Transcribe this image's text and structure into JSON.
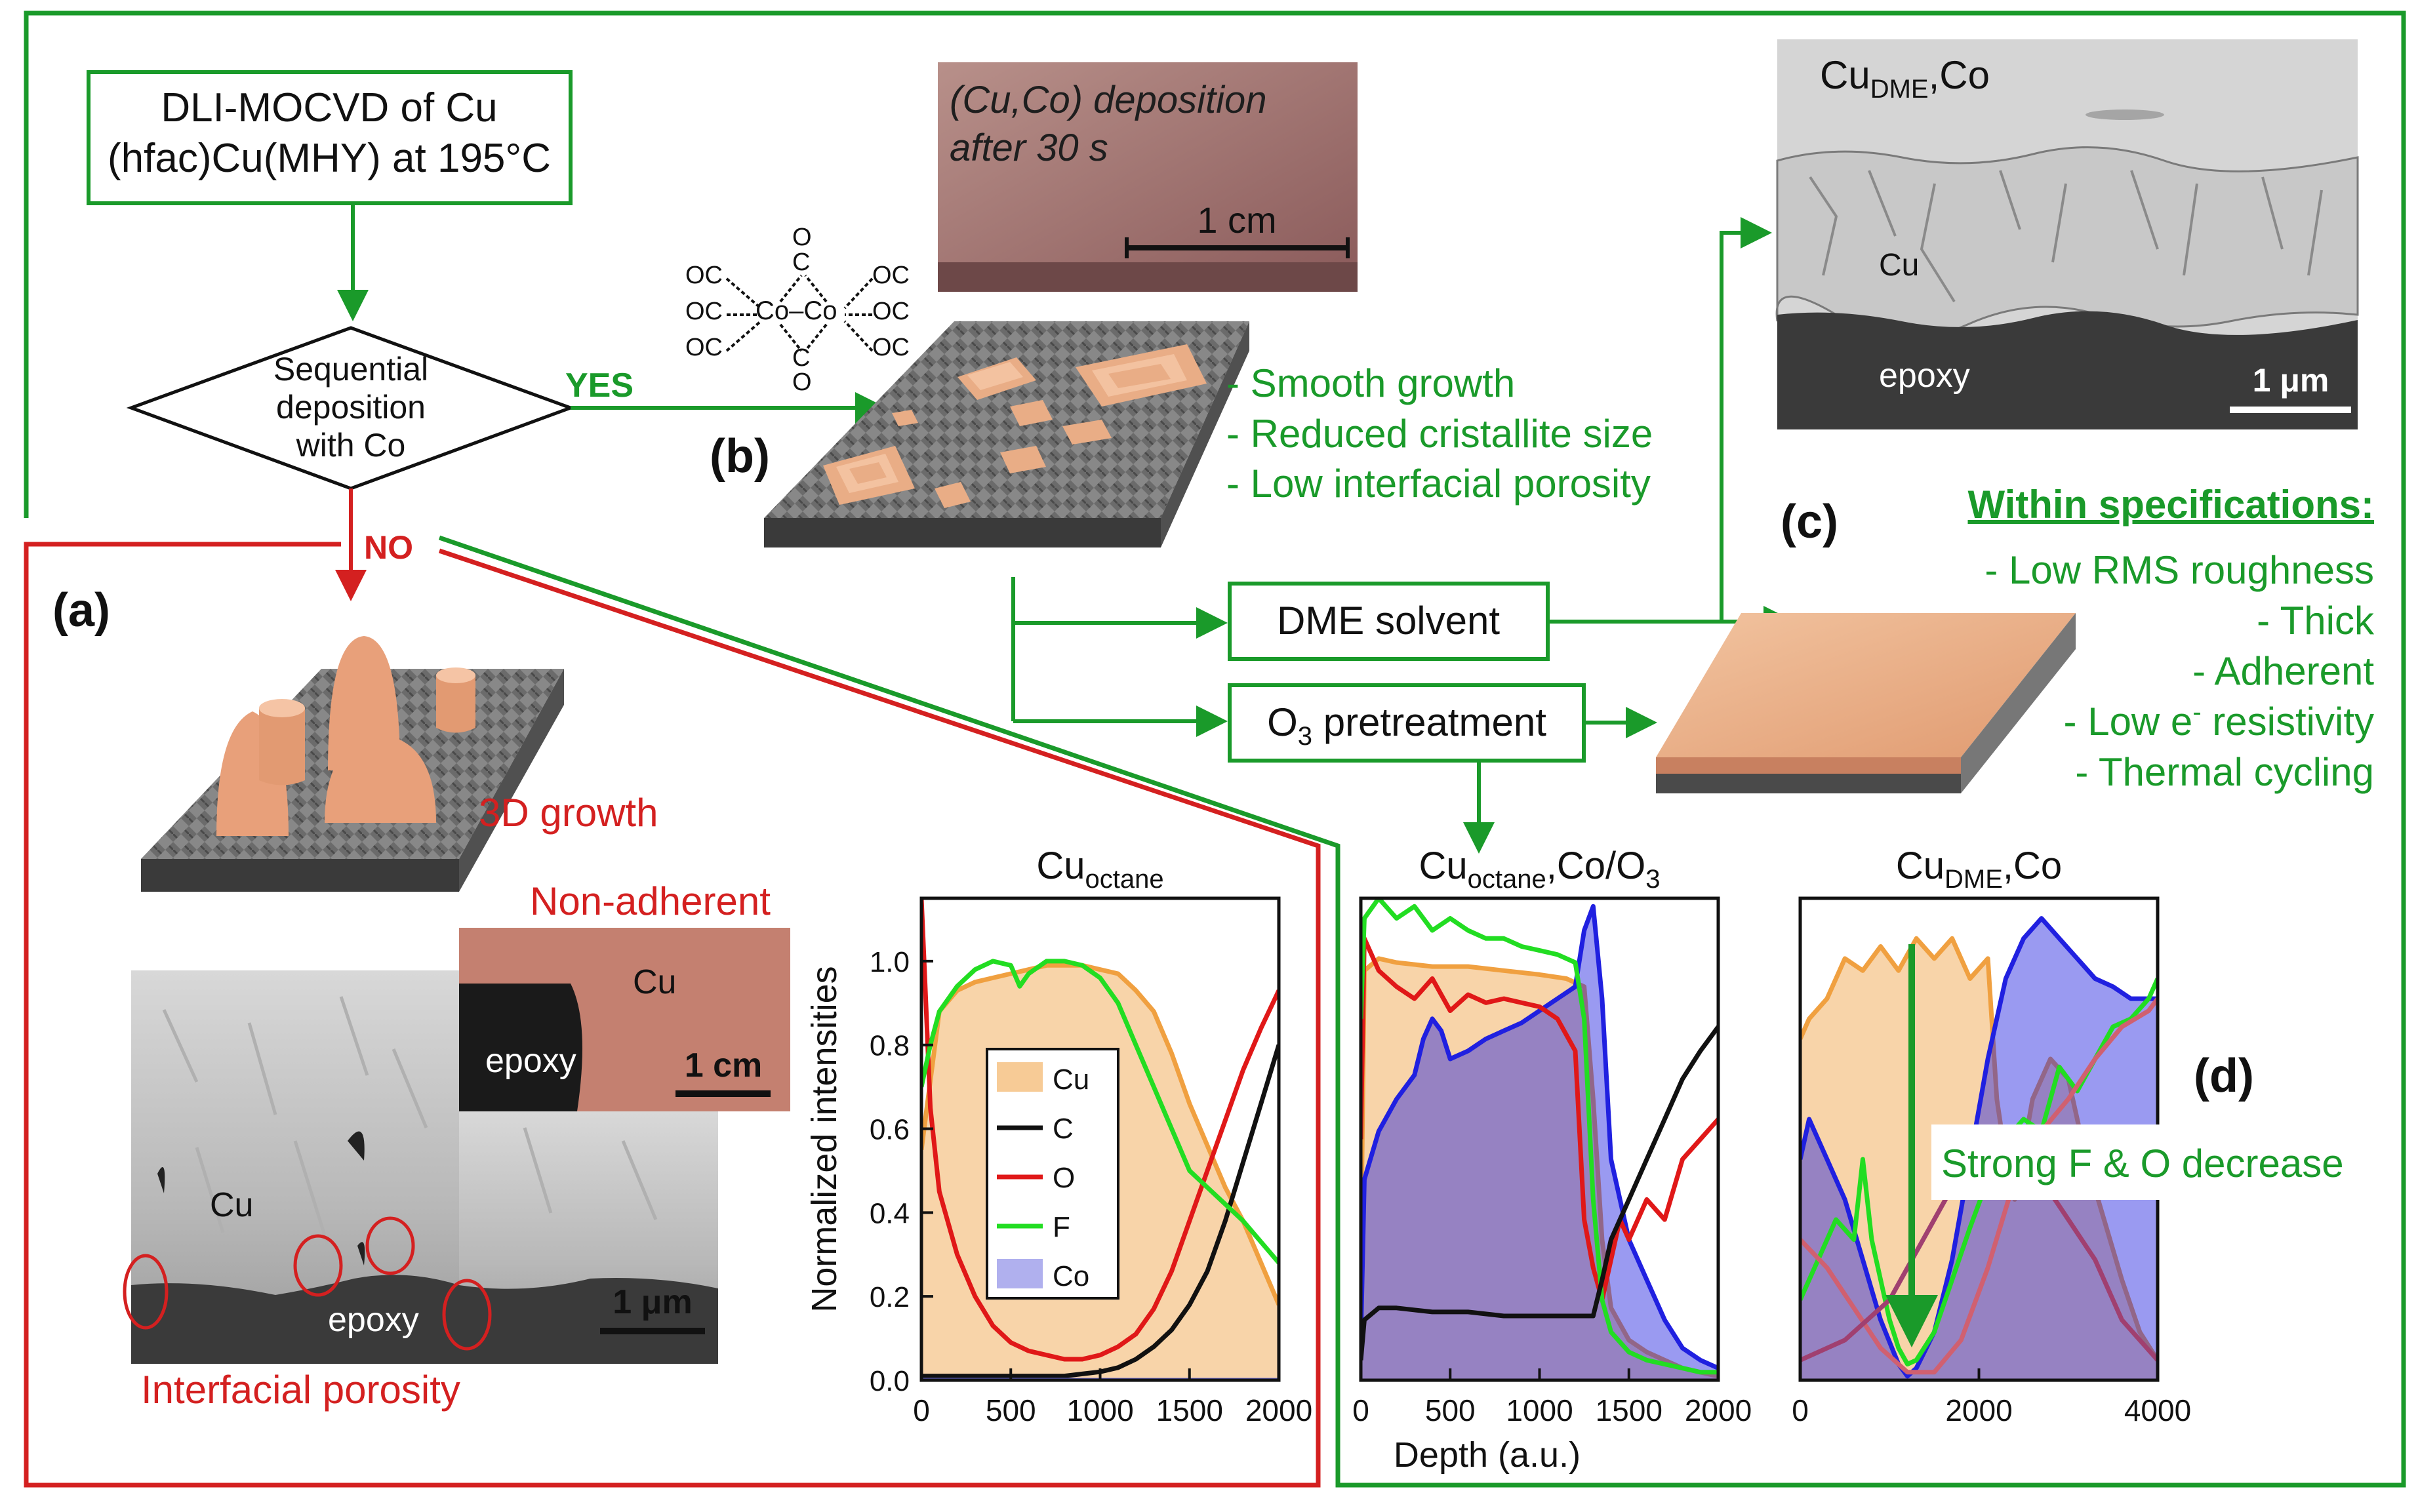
{
  "flow": {
    "start_line1": "DLI-MOCVD of Cu",
    "start_line2": "(hfac)Cu(MHY) at 195°C",
    "decision_line1": "Sequential",
    "decision_line2": "deposition",
    "decision_line3": "with Co",
    "yes": "YES",
    "no": "NO",
    "dme_solvent": "DME solvent",
    "o3_pre": "O",
    "o3_sub": "3",
    "o3_post": " pretreatment"
  },
  "molecule": {
    "oc": "OC",
    "c": "C",
    "o": "O",
    "co": "Co",
    "center": "Co–Co"
  },
  "panel_labels": {
    "a": "(a)",
    "b": "(b)",
    "c": "(c)",
    "d": "(d)"
  },
  "photo_b": {
    "line1": "(Cu,Co) deposition",
    "line2": "after 30 s",
    "scale": "1 cm"
  },
  "sem_c": {
    "title_main": "Cu",
    "title_sub": "DME",
    "title_tail": ",Co",
    "cu": "Cu",
    "epoxy": "epoxy",
    "scale": "1 μm"
  },
  "bullets_b": [
    "- Smooth growth",
    "- Reduced cristallite size",
    "- Low interfacial porosity"
  ],
  "specs": {
    "title": "Within specifications:",
    "items": [
      "- Low RMS roughness",
      "- Thick",
      "- Adherent",
      "- Low e",
      "- Thermal cycling"
    ],
    "sup": "-",
    "item4_tail": " resistivity"
  },
  "panel_a": {
    "growth": "3D growth",
    "non_adherent": "Non-adherent",
    "photo_cu": "Cu",
    "photo_epoxy": "epoxy",
    "photo_scale": "1 cm",
    "sem_cu": "Cu",
    "sem_epoxy": "epoxy",
    "sem_scale": "1 μm",
    "porosity": "Interfacial porosity"
  },
  "chart_data": [
    {
      "type": "line",
      "title_main": "Cu",
      "title_sub": "octane",
      "ylabel": "Normalized intensities",
      "xlim": [
        0,
        2000
      ],
      "ylim": [
        0,
        1.15
      ],
      "xticks": [
        "0",
        "500",
        "1000",
        "1500",
        "2000"
      ],
      "yticks": [
        "0.0",
        "0.2",
        "0.4",
        "0.6",
        "0.8",
        "1.0"
      ],
      "legend": [
        "Cu",
        "C",
        "O",
        "F",
        "Co"
      ],
      "series": [
        {
          "name": "Cu",
          "color": "#f0a040",
          "fill": true,
          "x": [
            0,
            100,
            200,
            300,
            400,
            500,
            600,
            700,
            800,
            900,
            1000,
            1100,
            1200,
            1300,
            1400,
            1500,
            1600,
            1700,
            1800,
            1900,
            2000
          ],
          "y": [
            0.55,
            0.88,
            0.93,
            0.95,
            0.96,
            0.97,
            0.98,
            0.99,
            0.99,
            0.99,
            0.98,
            0.97,
            0.93,
            0.88,
            0.78,
            0.66,
            0.56,
            0.46,
            0.38,
            0.28,
            0.18
          ]
        },
        {
          "name": "C",
          "color": "#111111",
          "x": [
            0,
            200,
            400,
            600,
            800,
            1000,
            1100,
            1200,
            1300,
            1400,
            1500,
            1600,
            1700,
            1800,
            1900,
            2000
          ],
          "y": [
            0.01,
            0.01,
            0.01,
            0.01,
            0.01,
            0.02,
            0.03,
            0.05,
            0.08,
            0.12,
            0.18,
            0.26,
            0.38,
            0.52,
            0.66,
            0.8
          ]
        },
        {
          "name": "O",
          "color": "#e01818",
          "x": [
            0,
            20,
            50,
            100,
            200,
            300,
            400,
            500,
            600,
            700,
            800,
            900,
            1000,
            1100,
            1200,
            1300,
            1400,
            1500,
            1600,
            1700,
            1800,
            1900,
            2000
          ],
          "y": [
            1.15,
            0.95,
            0.65,
            0.45,
            0.3,
            0.2,
            0.13,
            0.09,
            0.07,
            0.06,
            0.05,
            0.05,
            0.06,
            0.08,
            0.11,
            0.17,
            0.26,
            0.38,
            0.5,
            0.62,
            0.74,
            0.84,
            0.93
          ]
        },
        {
          "name": "F",
          "color": "#22dd22",
          "x": [
            0,
            50,
            100,
            200,
            300,
            400,
            500,
            550,
            600,
            700,
            800,
            900,
            1000,
            1100,
            1200,
            1300,
            1400,
            1500,
            1600,
            1700,
            1800,
            1900,
            2000
          ],
          "y": [
            0.7,
            0.8,
            0.88,
            0.94,
            0.98,
            1.0,
            0.99,
            0.94,
            0.97,
            1.0,
            1.0,
            0.99,
            0.96,
            0.9,
            0.8,
            0.7,
            0.6,
            0.5,
            0.46,
            0.42,
            0.38,
            0.33,
            0.28
          ]
        },
        {
          "name": "Co",
          "color": "#7070e0",
          "fill": true,
          "x": [
            0,
            2000
          ],
          "y": [
            0,
            0
          ]
        }
      ]
    },
    {
      "type": "area",
      "title_main": "Cu",
      "title_sub": "octane",
      "title_tail": ",Co/O",
      "title_sub2": "3",
      "xlabel": "Depth (a.u.)",
      "xlim": [
        0,
        2000
      ],
      "ylim": [
        0,
        1.2
      ],
      "xticks": [
        "0",
        "500",
        "1000",
        "1500",
        "2000"
      ],
      "series": [
        {
          "name": "Cu",
          "color": "#f0a040",
          "fill": true,
          "x": [
            0,
            20,
            100,
            200,
            400,
            600,
            800,
            1000,
            1150,
            1250,
            1300,
            1350,
            1400,
            1500,
            1600,
            1700,
            1800,
            1900,
            2000
          ],
          "y": [
            0.3,
            1.02,
            1.05,
            1.04,
            1.03,
            1.03,
            1.02,
            1.01,
            1.0,
            0.98,
            0.7,
            0.35,
            0.18,
            0.1,
            0.07,
            0.05,
            0.03,
            0.02,
            0.01
          ]
        },
        {
          "name": "Co",
          "color": "#2020e0",
          "fill": true,
          "x": [
            0,
            20,
            100,
            200,
            300,
            350,
            400,
            450,
            500,
            600,
            700,
            800,
            900,
            1000,
            1100,
            1200,
            1250,
            1300,
            1350,
            1400,
            1500,
            1600,
            1700,
            1800,
            1900,
            2000
          ],
          "y": [
            0.1,
            0.5,
            0.62,
            0.7,
            0.76,
            0.85,
            0.9,
            0.87,
            0.8,
            0.82,
            0.85,
            0.87,
            0.89,
            0.92,
            0.95,
            0.98,
            1.12,
            1.18,
            0.95,
            0.55,
            0.35,
            0.25,
            0.15,
            0.08,
            0.05,
            0.03
          ]
        },
        {
          "name": "O",
          "color": "#e01818",
          "x": [
            0,
            20,
            100,
            200,
            300,
            400,
            500,
            600,
            700,
            800,
            900,
            1000,
            1100,
            1200,
            1250,
            1300,
            1350,
            1400,
            1450,
            1500,
            1600,
            1700,
            1800,
            1900,
            2000
          ],
          "y": [
            0.6,
            1.1,
            1.02,
            0.98,
            0.95,
            1.0,
            0.92,
            0.96,
            0.94,
            0.95,
            0.94,
            0.93,
            0.9,
            0.82,
            0.4,
            0.28,
            0.2,
            0.3,
            0.4,
            0.35,
            0.45,
            0.4,
            0.55,
            0.6,
            0.65
          ]
        },
        {
          "name": "F",
          "color": "#22dd22",
          "x": [
            0,
            20,
            100,
            200,
            300,
            400,
            500,
            600,
            700,
            800,
            900,
            1000,
            1100,
            1200,
            1250,
            1300,
            1350,
            1400,
            1500,
            1600,
            1700,
            1800,
            1900,
            2000
          ],
          "y": [
            0.9,
            1.15,
            1.2,
            1.15,
            1.18,
            1.12,
            1.15,
            1.12,
            1.1,
            1.1,
            1.08,
            1.07,
            1.06,
            1.04,
            0.9,
            0.45,
            0.2,
            0.12,
            0.07,
            0.05,
            0.04,
            0.03,
            0.02,
            0.02
          ]
        },
        {
          "name": "C",
          "color": "#111111",
          "x": [
            0,
            20,
            100,
            200,
            400,
            600,
            800,
            1000,
            1200,
            1300,
            1350,
            1400,
            1500,
            1600,
            1700,
            1800,
            1900,
            2000
          ],
          "y": [
            0.05,
            0.15,
            0.18,
            0.18,
            0.17,
            0.17,
            0.16,
            0.16,
            0.16,
            0.16,
            0.25,
            0.35,
            0.45,
            0.55,
            0.65,
            0.75,
            0.82,
            0.88
          ]
        }
      ]
    },
    {
      "type": "area",
      "title_main": "Cu",
      "title_sub": "DME",
      "title_tail": ",Co",
      "xlim": [
        0,
        4000
      ],
      "ylim": [
        0,
        1.2
      ],
      "xticks": [
        "0",
        "2000",
        "4000"
      ],
      "series": [
        {
          "name": "Cu",
          "color": "#f0a040",
          "fill": true,
          "x": [
            0,
            100,
            300,
            500,
            700,
            900,
            1100,
            1300,
            1500,
            1700,
            1900,
            2100,
            2200,
            2300,
            2400,
            2600,
            2800,
            3000,
            3200,
            3400,
            3600,
            3800,
            4000
          ],
          "y": [
            0.85,
            0.9,
            0.95,
            1.05,
            1.02,
            1.08,
            1.02,
            1.1,
            1.05,
            1.1,
            1.0,
            1.05,
            0.7,
            0.55,
            0.45,
            0.7,
            0.8,
            0.75,
            0.55,
            0.4,
            0.25,
            0.12,
            0.05
          ]
        },
        {
          "name": "Co",
          "color": "#2020e0",
          "fill": true,
          "x": [
            0,
            100,
            300,
            500,
            700,
            900,
            1100,
            1200,
            1300,
            1500,
            1700,
            1900,
            2100,
            2300,
            2500,
            2700,
            2900,
            3100,
            3300,
            3500,
            3700,
            3900,
            4000
          ],
          "y": [
            0.55,
            0.65,
            0.55,
            0.45,
            0.3,
            0.15,
            0.04,
            0.01,
            0.03,
            0.12,
            0.3,
            0.55,
            0.8,
            1.0,
            1.1,
            1.15,
            1.1,
            1.05,
            1.0,
            0.98,
            0.95,
            0.95,
            0.95
          ]
        },
        {
          "name": "F",
          "color": "#22dd22",
          "x": [
            0,
            200,
            400,
            600,
            700,
            800,
            900,
            1000,
            1100,
            1200,
            1300,
            1500,
            1700,
            1900,
            2100,
            2300,
            2500,
            2700,
            2900,
            3100,
            3300,
            3500,
            3700,
            3900,
            4000
          ],
          "y": [
            0.2,
            0.3,
            0.4,
            0.35,
            0.55,
            0.35,
            0.25,
            0.15,
            0.08,
            0.04,
            0.05,
            0.12,
            0.25,
            0.38,
            0.5,
            0.6,
            0.65,
            0.62,
            0.78,
            0.72,
            0.8,
            0.88,
            0.9,
            0.95,
            1.0
          ]
        },
        {
          "name": "O",
          "color": "#d06070",
          "x": [
            0,
            300,
            600,
            900,
            1200,
            1500,
            1800,
            2100,
            2400,
            2700,
            3000,
            3300,
            3600,
            3900,
            4000
          ],
          "y": [
            0.35,
            0.28,
            0.18,
            0.08,
            0.02,
            0.02,
            0.1,
            0.28,
            0.5,
            0.62,
            0.7,
            0.8,
            0.88,
            0.92,
            0.95
          ]
        },
        {
          "name": "C",
          "color": "#a04070",
          "x": [
            0,
            500,
            1000,
            1500,
            2000,
            2500,
            2700,
            3000,
            3300,
            3600,
            4000
          ],
          "y": [
            0.05,
            0.1,
            0.2,
            0.4,
            0.6,
            0.55,
            0.5,
            0.4,
            0.3,
            0.15,
            0.05
          ]
        }
      ]
    }
  ],
  "panel_d": {
    "annotation": "Strong F & O decrease"
  }
}
